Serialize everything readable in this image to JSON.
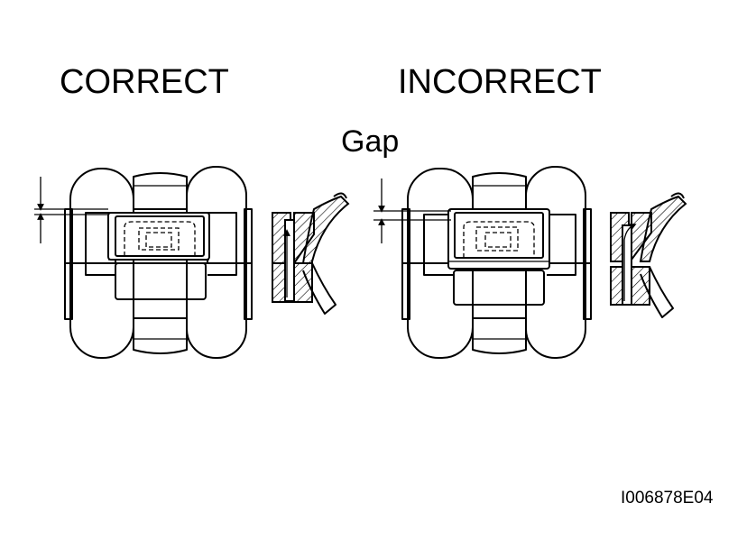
{
  "labels": {
    "correct": "CORRECT",
    "incorrect": "INCORRECT",
    "gap": "Gap",
    "figure_id": "I006878E04"
  }
}
